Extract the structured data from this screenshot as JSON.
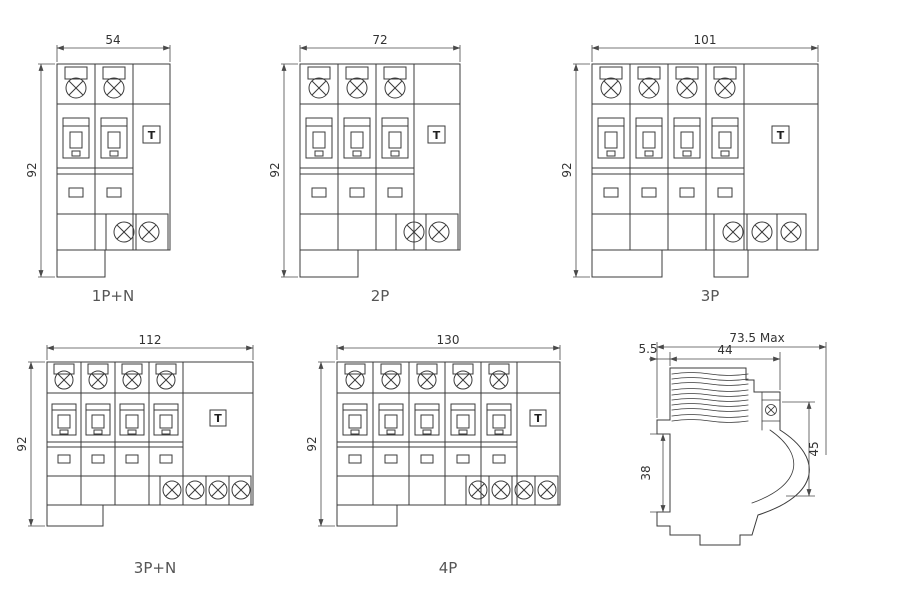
{
  "page": {
    "background": "#ffffff",
    "line_color": "#3b3b3b",
    "dim_color": "#4a4a4a",
    "label_color": "#555555"
  },
  "test_button_label": "T",
  "views": {
    "p1n": {
      "caption": "1P+N",
      "width_mm": "54",
      "height_mm": "92"
    },
    "p2": {
      "caption": "2P",
      "width_mm": "72",
      "height_mm": "92"
    },
    "p3": {
      "caption": "3P",
      "width_mm": "101",
      "height_mm": "92"
    },
    "p3n": {
      "caption": "3P+N",
      "width_mm": "112",
      "height_mm": "92"
    },
    "p4": {
      "caption": "4P",
      "width_mm": "130",
      "height_mm": "92"
    },
    "side": {
      "max_depth": "73.5 Max",
      "rail_offset": "5.5",
      "body_depth": "44",
      "clip_recess": "38",
      "lower_depth": "45"
    }
  }
}
